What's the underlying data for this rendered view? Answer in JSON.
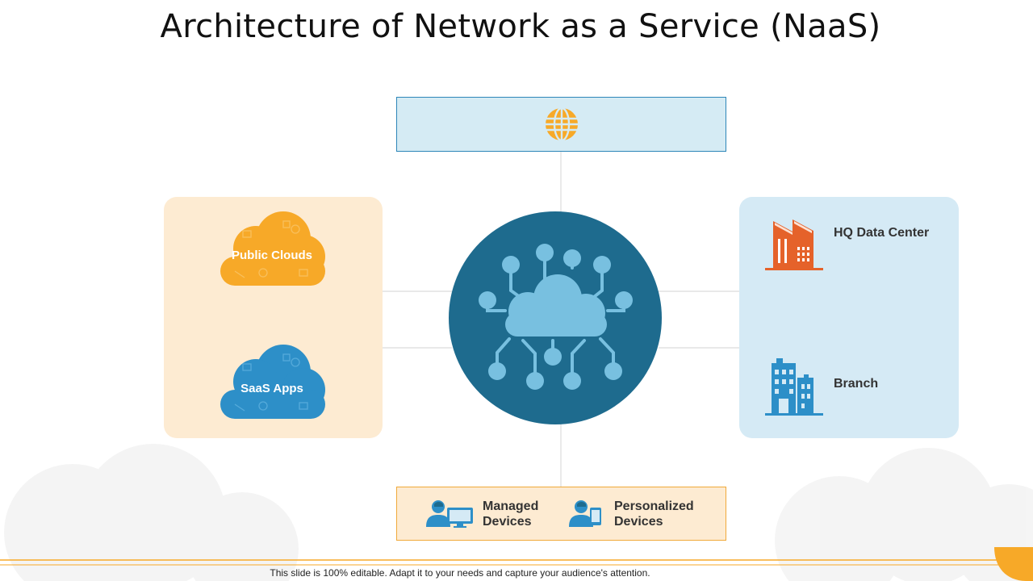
{
  "title": "Architecture of Network as a Service (NaaS)",
  "top_box": {
    "icon": "globe-icon"
  },
  "left_panel": {
    "public_cloud": {
      "label": "Public Clouds",
      "icon": "cloud-icon"
    },
    "saas_cloud": {
      "label": "SaaS Apps",
      "icon": "cloud-icon"
    }
  },
  "center": {
    "icon": "cloud-network-icon"
  },
  "right_panel": {
    "hq": {
      "label": "HQ Data Center",
      "icon": "factory-icon"
    },
    "branch": {
      "label": "Branch",
      "icon": "office-building-icon"
    }
  },
  "bottom_box": {
    "managed": {
      "line1": "Managed",
      "line2": "Devices",
      "icon": "user-desktop-icon"
    },
    "personalized": {
      "line1": "Personalized",
      "line2": "Devices",
      "icon": "user-mobile-icon"
    }
  },
  "footer": "This slide is 100% editable. Adapt it to your needs and capture your audience's attention.",
  "colors": {
    "orange": "#f7a928",
    "blue": "#2d8fc8",
    "dark_blue": "#1e6b8e",
    "light_blue_icon": "#78c0e0",
    "factory_orange": "#e5622a",
    "building_blue": "#2d8fc8",
    "panel_orange": "#fdebd2",
    "panel_blue": "#d5eaf5"
  }
}
